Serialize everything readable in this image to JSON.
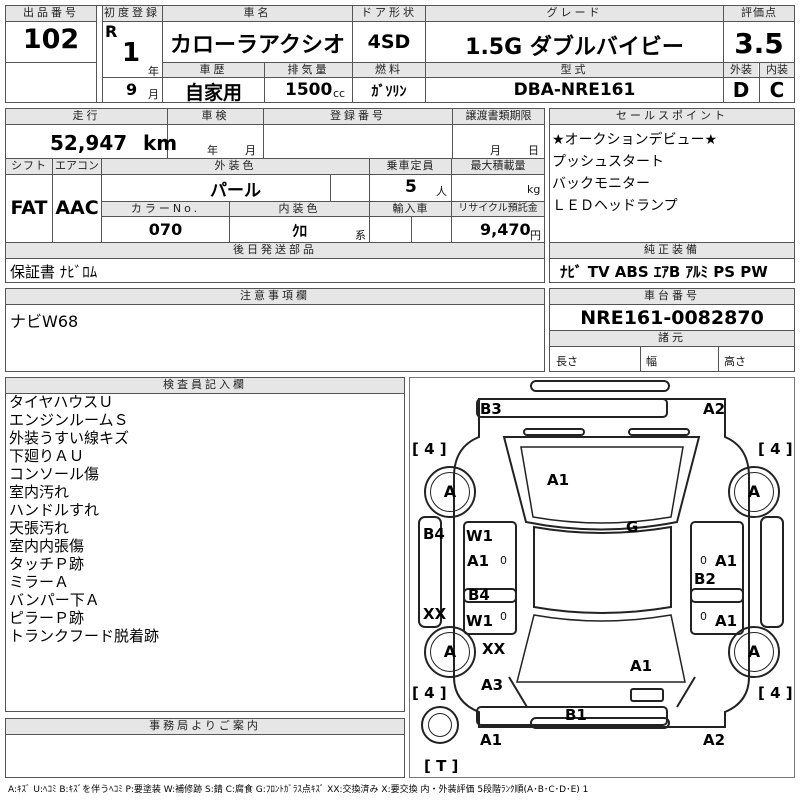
{
  "top": {
    "lot_no_label": "出品番号",
    "lot_no": "102",
    "first_reg_label": "初度登録",
    "era": "R",
    "year": "1",
    "year_unit": "年",
    "month": "9",
    "month_unit": "月",
    "car_name_label": "車名",
    "car_name": "カローラアクシオ",
    "history_label": "車歴",
    "history": "自家用",
    "displacement_label": "排気量",
    "displacement": "1500",
    "displacement_unit": "cc",
    "door_label": "ドア形状",
    "door": "4SD",
    "fuel_label": "燃料",
    "fuel": "ｶﾞｿﾘﾝ",
    "grade_label": "グレード",
    "grade": "1.5G ダブルバイビー",
    "model_label": "型式",
    "model": "DBA-NRE161",
    "score_label": "評価点",
    "score": "3.5",
    "ext_label": "外装",
    "ext": "D",
    "int_label": "内装",
    "int": "C"
  },
  "mid": {
    "mileage_label": "走行",
    "mileage": "52,947",
    "mileage_unit": "km",
    "inspection_label": "車検",
    "insp_year_unit": "年",
    "insp_month_unit": "月",
    "reg_no_label": "登録番号",
    "transfer_label": "譲渡書類期限",
    "transfer_month_unit": "月",
    "transfer_day_unit": "日",
    "shift_label": "シフト",
    "shift": "FAT",
    "ac_label": "エアコン",
    "ac": "AAC",
    "ext_color_label": "外装色",
    "ext_color": "パール",
    "capacity_label": "乗車定員",
    "capacity": "5",
    "capacity_unit": "人",
    "load_label": "最大積載量",
    "load_unit": "kg",
    "color_no_label": "カラーNo.",
    "color_no": "070",
    "int_color_label": "内装色",
    "int_color": "ｸﾛ",
    "int_color_unit": "系",
    "import_label": "輸入車",
    "recycle_label": "リサイクル預託金",
    "recycle": "9,470",
    "recycle_unit": "円",
    "later_label": "後日発送部品",
    "later": "保証書 ﾅﾋﾞﾛﾑ",
    "notice_label": "注意事項欄",
    "notice": "ナビW68"
  },
  "sales": {
    "label": "セールスポイント",
    "points": [
      "★オークションデビュー★",
      "プッシュスタート",
      "バックモニター",
      "ＬＥＤヘッドランプ"
    ]
  },
  "equipment": {
    "label": "純正装備",
    "items": "ﾅﾋﾞ TV ABS ｴｱB ｱﾙﾐ PS PW"
  },
  "chassis": {
    "label": "車台番号",
    "number": "NRE161-0082870",
    "dim_label": "諸元",
    "length": "長さ",
    "width": "幅",
    "height": "高さ"
  },
  "inspector": {
    "label": "検査員記入欄",
    "lines": [
      "タイヤハウスＵ",
      "エンジンルームＳ",
      "外装うすい線キズ",
      "下廻りＡＵ",
      "コンソール傷",
      "室内汚れ",
      "ハンドルすれ",
      "天張汚れ",
      "室内内張傷",
      "タッチＰ跡",
      "ミラーＡ",
      "バンパー下Ａ",
      "ピラーＰ跡",
      "トランクフード脱着跡"
    ]
  },
  "office": {
    "label": "事務局よりご案内"
  },
  "diagram": {
    "codes": {
      "b3": "B3",
      "a2_top": "A2",
      "a1_hood": "A1",
      "g": "G",
      "b4_left": "B4",
      "w1_a": "W1",
      "a1_fl": "A1",
      "a1_fr": "A1",
      "b2": "B2",
      "b4_rear": "B4",
      "w1_b": "W1",
      "a1_rr": "A1",
      "xx_left": "XX",
      "xx_rl": "XX",
      "a1_trunk": "A1",
      "a3": "A3",
      "b1": "B1",
      "a1_bottom": "A1",
      "a2_bottom": "A2",
      "tire_fl": "A",
      "tire_fr": "A",
      "tire_rl": "A",
      "tire_rr": "A"
    },
    "tread": {
      "fl": "[ 4 ]",
      "fr": "[ 4 ]",
      "rl": "[ 4 ]",
      "rr": "[ 4 ]",
      "spare": "[ T ]"
    },
    "zero_marks": "0"
  },
  "legend": "A:ｷｽﾞ U:ﾍｺﾐ B:ｷｽﾞを伴うﾍｺﾐ P:要塗装 W:補修跡 S:錆 C:腐食 G:ﾌﾛﾝﾄｶﾞﾗｽ点ｷｽﾞ XX:交換済み X:要交換 内・外装評価 5段階ﾗﾝｸ順(A･B･C･D･E) 1"
}
